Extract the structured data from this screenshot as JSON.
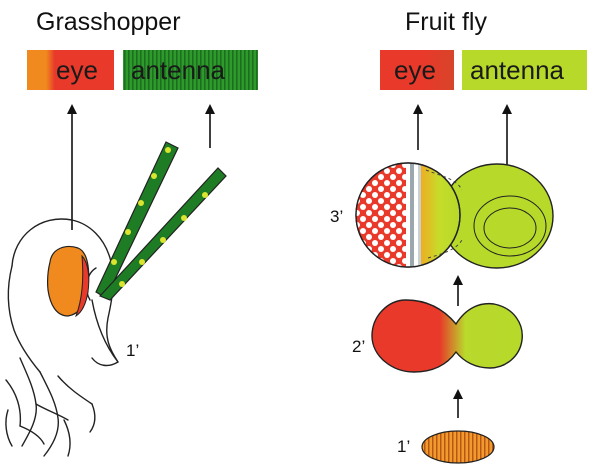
{
  "left_panel": {
    "title": "Grasshopper",
    "eye_label": "eye",
    "antenna_label": "antenna",
    "stage_label": "1’"
  },
  "right_panel": {
    "title": "Fruit fly",
    "eye_label": "eye",
    "antenna_label": "antenna",
    "stage_labels": {
      "stage3": "3’",
      "stage2": "2’",
      "stage1": "1’"
    }
  },
  "colors": {
    "red": "#e8392a",
    "orange": "#f08a1e",
    "dark_green": "#1e7d24",
    "stripe_green": "#3fa535",
    "lime": "#b6d92a",
    "yellow_dot": "#d9e52e"
  },
  "icons": [
    "grasshopper-head-drawing",
    "antenna-icon",
    "eye-antennal-disc-icon",
    "up-arrow-icon"
  ]
}
